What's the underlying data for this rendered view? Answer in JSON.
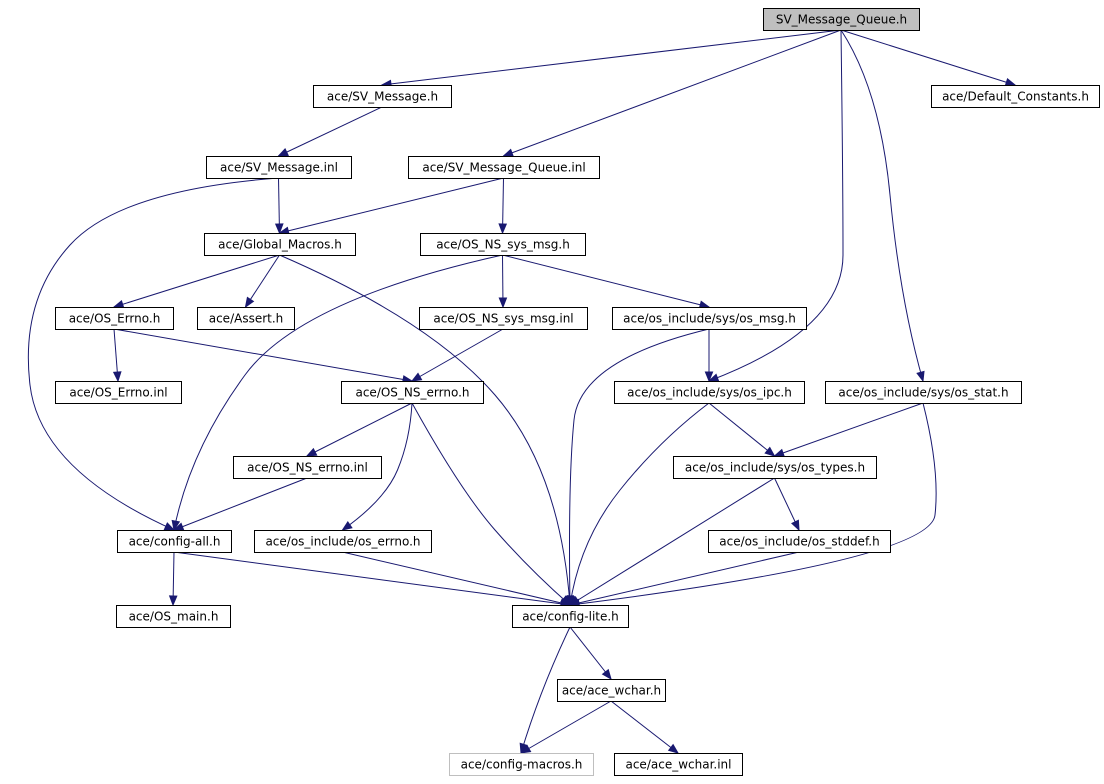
{
  "colors": {
    "edge": "#191970",
    "node_border": "#000000",
    "root_fill": "#bfbfbf",
    "faded_border": "#bfbfbf",
    "background": "#ffffff"
  },
  "nodes": [
    {
      "id": "sv_mq_h",
      "label": "SV_Message_Queue.h",
      "root": true
    },
    {
      "id": "sv_msg_h",
      "label": "ace/SV_Message.h"
    },
    {
      "id": "default_constants",
      "label": "ace/Default_Constants.h"
    },
    {
      "id": "sv_msg_inl",
      "label": "ace/SV_Message.inl"
    },
    {
      "id": "sv_mq_inl",
      "label": "ace/SV_Message_Queue.inl"
    },
    {
      "id": "global_macros",
      "label": "ace/Global_Macros.h"
    },
    {
      "id": "os_ns_sys_msg_h",
      "label": "ace/OS_NS_sys_msg.h"
    },
    {
      "id": "os_errno_h",
      "label": "ace/OS_Errno.h"
    },
    {
      "id": "assert_h",
      "label": "ace/Assert.h"
    },
    {
      "id": "os_ns_sys_msg_inl",
      "label": "ace/OS_NS_sys_msg.inl"
    },
    {
      "id": "os_msg_h",
      "label": "ace/os_include/sys/os_msg.h"
    },
    {
      "id": "os_errno_inl",
      "label": "ace/OS_Errno.inl"
    },
    {
      "id": "os_ns_errno_h",
      "label": "ace/OS_NS_errno.h"
    },
    {
      "id": "os_ipc_h",
      "label": "ace/os_include/sys/os_ipc.h"
    },
    {
      "id": "os_stat_h",
      "label": "ace/os_include/sys/os_stat.h"
    },
    {
      "id": "os_ns_errno_inl",
      "label": "ace/OS_NS_errno.inl"
    },
    {
      "id": "os_types_h",
      "label": "ace/os_include/sys/os_types.h"
    },
    {
      "id": "config_all_h",
      "label": "ace/config-all.h"
    },
    {
      "id": "os_include_errno_h",
      "label": "ace/os_include/os_errno.h"
    },
    {
      "id": "os_stddef_h",
      "label": "ace/os_include/os_stddef.h"
    },
    {
      "id": "os_main_h",
      "label": "ace/OS_main.h"
    },
    {
      "id": "config_lite_h",
      "label": "ace/config-lite.h"
    },
    {
      "id": "ace_wchar_h",
      "label": "ace/ace_wchar.h"
    },
    {
      "id": "config_macros_h",
      "label": "ace/config-macros.h",
      "faded": true
    },
    {
      "id": "ace_wchar_inl",
      "label": "ace/ace_wchar.inl"
    }
  ],
  "edges": [
    {
      "from": "sv_mq_h",
      "to": "sv_msg_h"
    },
    {
      "from": "sv_mq_h",
      "to": "sv_mq_inl"
    },
    {
      "from": "sv_mq_h",
      "to": "os_ipc_h"
    },
    {
      "from": "sv_mq_h",
      "to": "os_stat_h"
    },
    {
      "from": "sv_mq_h",
      "to": "default_constants"
    },
    {
      "from": "sv_msg_h",
      "to": "sv_msg_inl"
    },
    {
      "from": "sv_msg_inl",
      "to": "global_macros"
    },
    {
      "from": "sv_msg_inl",
      "to": "config_all_h"
    },
    {
      "from": "sv_mq_inl",
      "to": "global_macros"
    },
    {
      "from": "sv_mq_inl",
      "to": "os_ns_sys_msg_h"
    },
    {
      "from": "global_macros",
      "to": "os_errno_h"
    },
    {
      "from": "global_macros",
      "to": "assert_h"
    },
    {
      "from": "global_macros",
      "to": "config_lite_h"
    },
    {
      "from": "os_ns_sys_msg_h",
      "to": "config_all_h"
    },
    {
      "from": "os_ns_sys_msg_h",
      "to": "os_ns_sys_msg_inl"
    },
    {
      "from": "os_ns_sys_msg_h",
      "to": "os_msg_h"
    },
    {
      "from": "os_errno_h",
      "to": "os_errno_inl"
    },
    {
      "from": "os_errno_h",
      "to": "os_ns_errno_h"
    },
    {
      "from": "os_ns_sys_msg_inl",
      "to": "os_ns_errno_h"
    },
    {
      "from": "os_msg_h",
      "to": "os_ipc_h"
    },
    {
      "from": "os_msg_h",
      "to": "config_lite_h"
    },
    {
      "from": "os_ns_errno_h",
      "to": "os_ns_errno_inl"
    },
    {
      "from": "os_ns_errno_h",
      "to": "os_include_errno_h"
    },
    {
      "from": "os_ns_errno_h",
      "to": "config_lite_h"
    },
    {
      "from": "os_ipc_h",
      "to": "os_types_h"
    },
    {
      "from": "os_ipc_h",
      "to": "config_lite_h"
    },
    {
      "from": "os_stat_h",
      "to": "os_types_h"
    },
    {
      "from": "os_stat_h",
      "to": "config_lite_h"
    },
    {
      "from": "os_ns_errno_inl",
      "to": "config_all_h"
    },
    {
      "from": "os_types_h",
      "to": "os_stddef_h"
    },
    {
      "from": "os_types_h",
      "to": "config_lite_h"
    },
    {
      "from": "config_all_h",
      "to": "os_main_h"
    },
    {
      "from": "config_all_h",
      "to": "config_lite_h"
    },
    {
      "from": "os_include_errno_h",
      "to": "config_lite_h"
    },
    {
      "from": "os_stddef_h",
      "to": "config_lite_h"
    },
    {
      "from": "config_lite_h",
      "to": "ace_wchar_h"
    },
    {
      "from": "config_lite_h",
      "to": "config_macros_h"
    },
    {
      "from": "ace_wchar_h",
      "to": "config_macros_h"
    },
    {
      "from": "ace_wchar_h",
      "to": "ace_wchar_inl"
    }
  ]
}
